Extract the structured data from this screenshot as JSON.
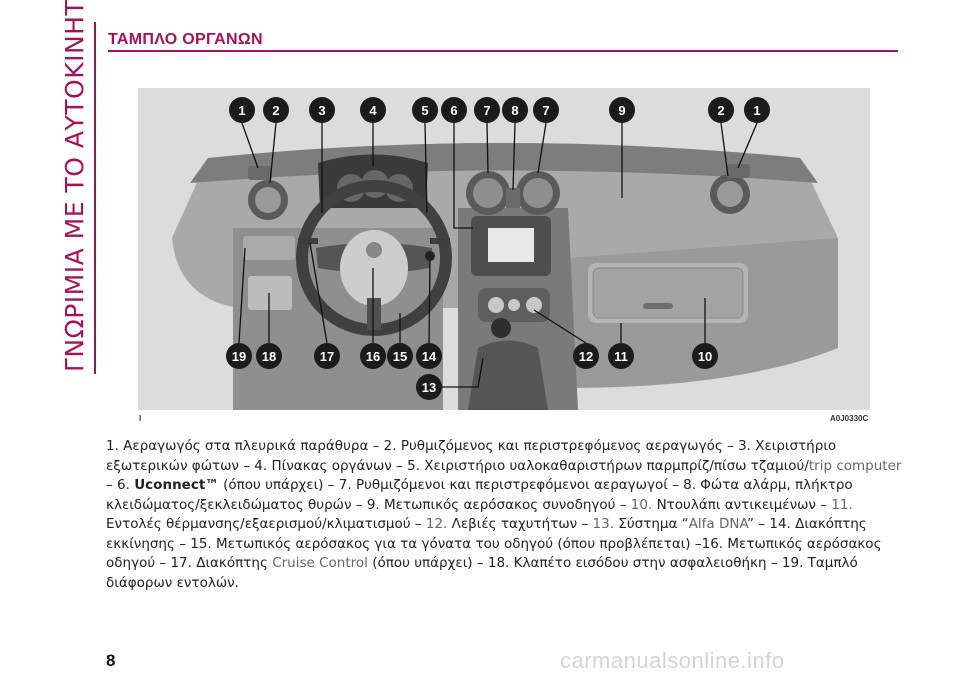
{
  "side_title": "ΓΝΩΡΙΜΙΑ ΜΕ ΤΟ ΑΥΤΟΚΙΝΗΤΟ",
  "page_title": "ΤΑΜΠΛΟ ΟΡΓΑΝΩΝ",
  "figure": {
    "code": "A0J0330C",
    "corner_mark": "I",
    "callouts": [
      "1",
      "2",
      "3",
      "4",
      "5",
      "6",
      "7",
      "8",
      "7",
      "9",
      "2",
      "1",
      "19",
      "18",
      "17",
      "16",
      "15",
      "14",
      "13",
      "12",
      "11",
      "10"
    ]
  },
  "caption": {
    "p1": "1. Αεραγωγός στα πλευρικά παράθυρα – 2. Ρυθμιζόμενος και περιστρεφόμενος αεραγωγός – 3. Χειριστήριο εξωτερικών φώτων – 4. Πίνακας οργάνων – 5. Χειριστήριο υαλοκαθαριστήρων παρμπρίζ/πίσω τζαμιού/",
    "trip": "trip computer",
    "p2": " – 6. ",
    "uconnect": "Uconnect™",
    "p3": " (όπου υπάρχει) – 7. Ρυθμιζόμενοι και περιστρεφόμενοι αεραγωγοί – 8. Φώτα αλάρμ, πλήκτρο κλειδώματος/ξεκλειδώματος θυρών – 9. Μετωπικός αερόσακος συνοδηγού – ",
    "n10": "10.",
    "p4": " Ντουλάπι αντικειμένων – ",
    "n11": "11.",
    "p5": " Εντολές θέρμανσης/εξαερισμού/κλιματισμού – ",
    "n12": "12.",
    "p6": " Λεβιές ταχυτήτων – ",
    "n13": "13.",
    "p7": " Σύστημα “",
    "alfadna": "Alfa DNA",
    "p8": "” – 14. Διακόπτης εκκίνησης – 15. Μετωπικός αερόσακος για τα γόνατα του οδηγού (όπου προβλέπεται) –16. Μετωπικός αερόσακος οδηγού – 17. Διακόπτης ",
    "cruise": "Cruise Control",
    "p9": " (όπου υπάρχει) – 18. Κλαπέτο εισόδου στην ασφαλειοθήκη – 19. Ταμπλό διάφορων εντολών."
  },
  "page_number": "8",
  "watermark": "carmanualsonline.info"
}
